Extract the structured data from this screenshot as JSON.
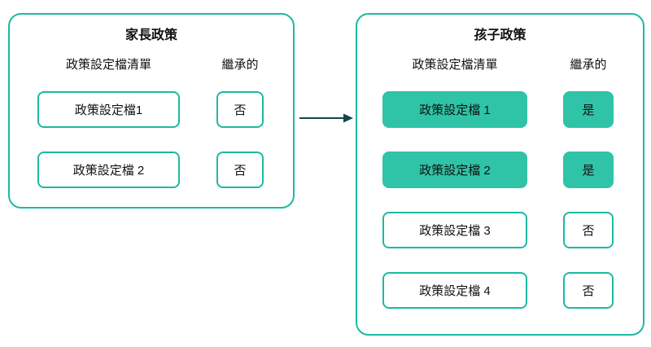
{
  "colors": {
    "accent": "#1db9a2",
    "fill": "#2fc3a7",
    "arrow": "#17444e"
  },
  "parent_panel": {
    "title": "家長政策",
    "profile_header": "政策設定檔清單",
    "inherited_header": "繼承的",
    "rows": [
      {
        "profile": "政策設定檔1",
        "inherited": "否",
        "highlighted": false
      },
      {
        "profile": "政策設定檔 2",
        "inherited": "否",
        "highlighted": false
      }
    ]
  },
  "child_panel": {
    "title": "孩子政策",
    "profile_header": "政策設定檔清單",
    "inherited_header": "繼承的",
    "rows": [
      {
        "profile": "政策設定檔 1",
        "inherited": "是",
        "highlighted": true
      },
      {
        "profile": "政策設定檔 2",
        "inherited": "是",
        "highlighted": true
      },
      {
        "profile": "政策設定檔 3",
        "inherited": "否",
        "highlighted": false
      },
      {
        "profile": "政策設定檔 4",
        "inherited": "否",
        "highlighted": false
      }
    ]
  }
}
